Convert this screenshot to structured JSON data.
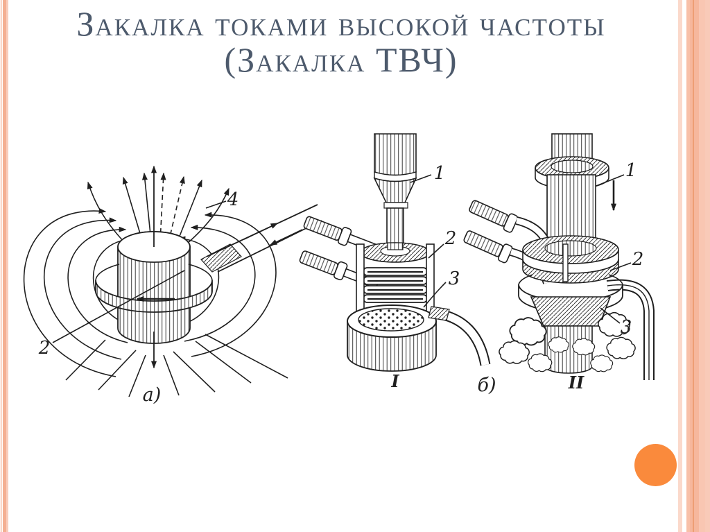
{
  "slide": {
    "title": {
      "line1": "Закалка токами высокой частоты",
      "line2": "(Закалка ТВЧ)"
    },
    "colors": {
      "title_text": "#4d5a6c",
      "ink": "#1f1f1f",
      "accent_circle": "#fa8a3c",
      "border_pink": "#f4af92",
      "border_pink_light": "#fbd9cb",
      "border_orange_line": "#ee9e74"
    }
  },
  "figure": {
    "fig_a": {
      "caption": "а)",
      "label_inductor": "2",
      "label_field_lines": "4"
    },
    "fig_I": {
      "caption": "I",
      "label_workpiece": "1",
      "label_inductor": "2",
      "label_sprayer": "3"
    },
    "fig_II": {
      "caption_group": "б)",
      "caption": "II",
      "label_workpiece": "1",
      "label_inductor": "2",
      "label_sprayer": "3"
    }
  }
}
